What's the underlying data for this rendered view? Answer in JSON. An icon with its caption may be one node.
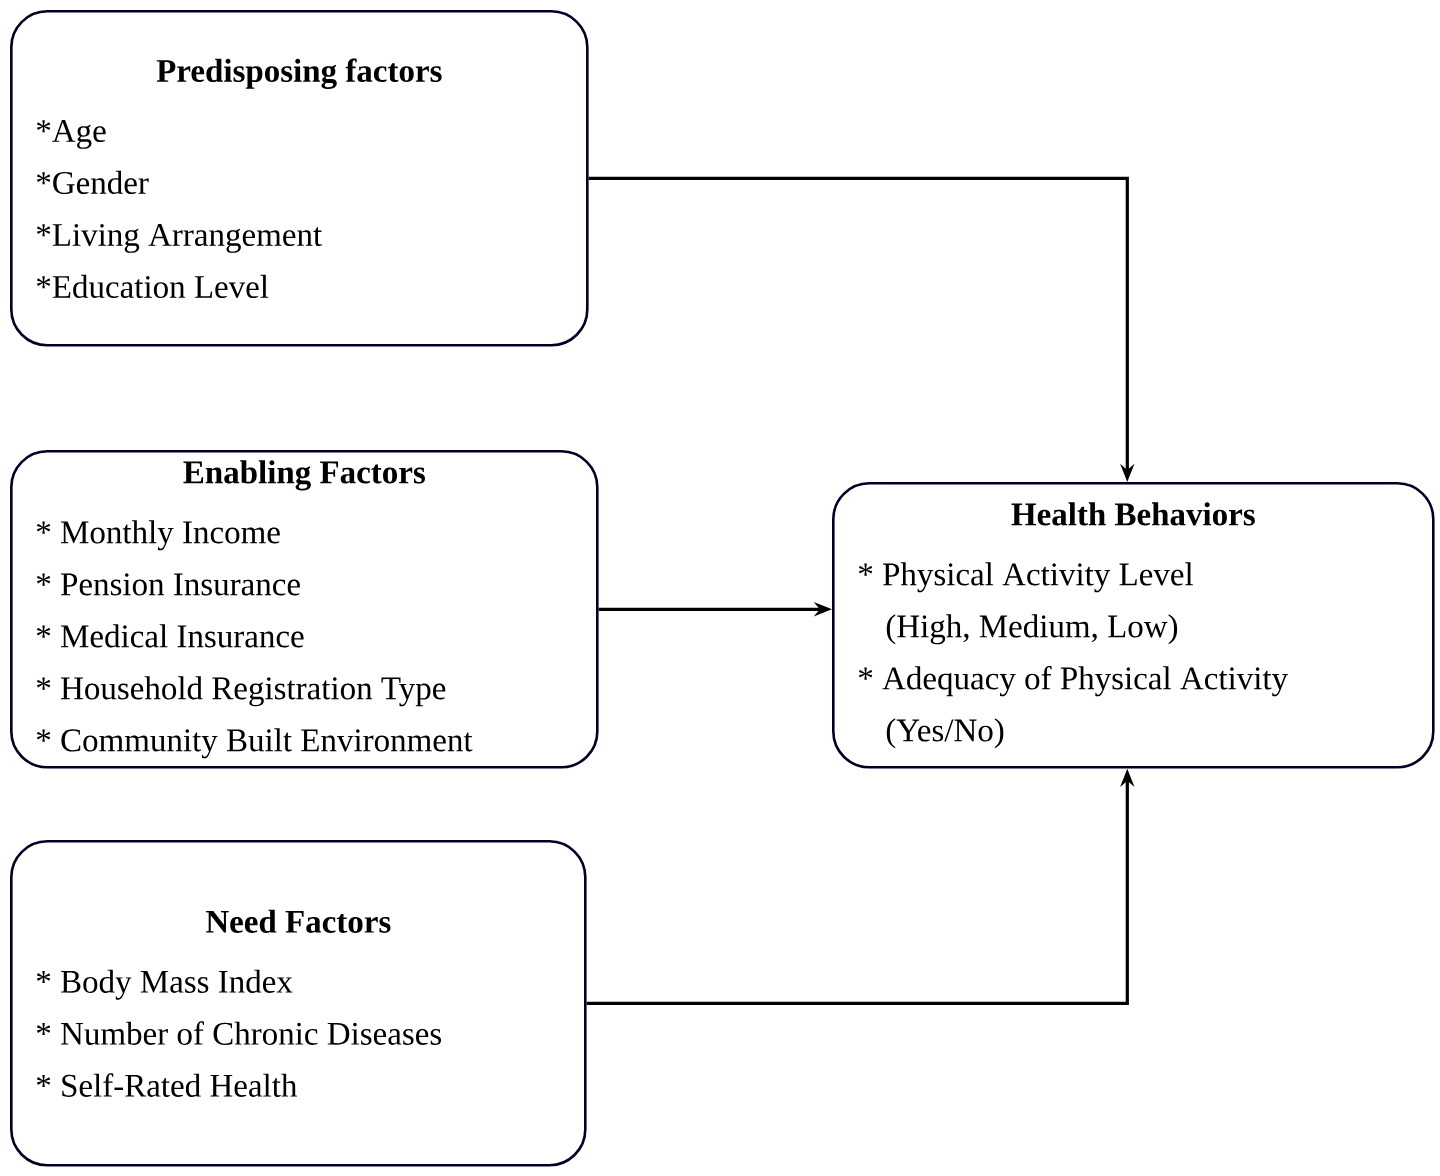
{
  "diagram": {
    "nodes": [
      {
        "text": [
          "Predisposing factors",
          "*Age",
          "*Gender",
          "*Living Arrangement",
          "*Education Level"
        ]
      },
      {
        "text": [
          "Enabling Factors",
          "* Monthly Income",
          "* Pension Insurance",
          "* Medical Insurance",
          "* Household Registration Type",
          "* Community Built Environment"
        ]
      },
      {
        "text": [
          "Health Behaviors",
          "* Physical Activity Level",
          "(High, Medium, Low)",
          "* Adequacy of Physical Activity",
          "(Yes/No)"
        ]
      },
      {
        "text": [
          "Need Factors",
          "* Body Mass Index",
          "* Number of Chronic Diseases",
          "* Self-Rated Health"
        ]
      }
    ],
    "edges": [
      {
        "from": 0,
        "to": 2,
        "arrow": "to"
      },
      {
        "from": 1,
        "to": 2,
        "arrow": "to"
      },
      {
        "from": 3,
        "to": 2,
        "arrow": "to"
      }
    ]
  }
}
